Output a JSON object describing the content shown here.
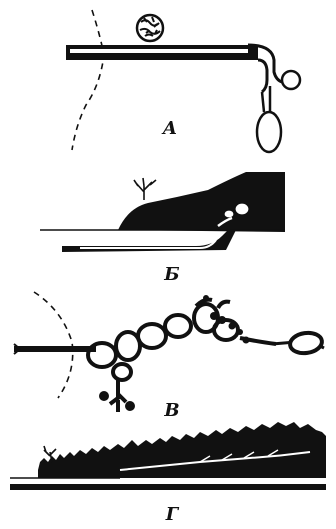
{
  "panels": [
    {
      "id": "A",
      "label": "А"
    },
    {
      "id": "B",
      "label": "Б"
    },
    {
      "id": "V",
      "label": "В"
    },
    {
      "id": "G",
      "label": "Г"
    }
  ],
  "colors": {
    "ink": "#111111",
    "paper": "#ffffff"
  }
}
